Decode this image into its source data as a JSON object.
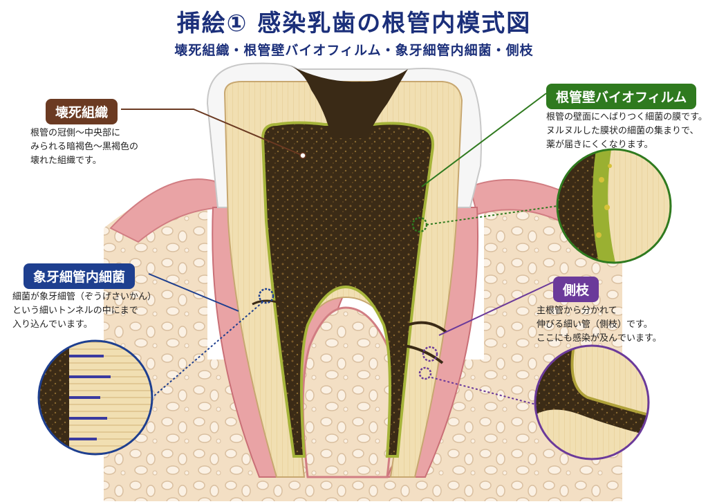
{
  "title": "挿絵① 感染乳歯の根管内模式図",
  "subtitle": "壊死組織・根管壁バイオフィルム・象牙細管内細菌・側枝",
  "colors": {
    "title": "#1b2f7a",
    "necrotic": "#6b3a22",
    "biofilm": "#2f7a1f",
    "tubule": "#1e3f8f",
    "lateral": "#6b3a9a",
    "gum": "#e89aa0",
    "bone": "#f1dcc0",
    "dentin": "#f0ddb0",
    "enamel": "#f5f5f5",
    "pulp_necrotic": "#3a2a16"
  },
  "callouts": {
    "necrotic_tissue": {
      "label": "壊死組織",
      "lines": [
        "根管の冠側〜中央部に",
        "みられる暗褐色〜黒褐色の",
        "壊れた組織です。"
      ]
    },
    "biofilm": {
      "label": "根管壁バイオフィルム",
      "lines": [
        "根管の壁面にへばりつく細菌の膜です。",
        "ヌルヌルした膜状の細菌の集まりで、",
        "薬が届きにくくなります。"
      ]
    },
    "tubule_bacteria": {
      "label": "象牙細管内細菌",
      "lines": [
        "細菌が象牙細管（ぞうげさいかん）",
        "という細いトンネルの中にまで",
        "入り込んでいます。"
      ]
    },
    "lateral_canal": {
      "label": "側枝",
      "lines": [
        "主根管から分かれて",
        "伸びる細い管（側枝）です。",
        "ここにも感染が及んでいます。"
      ]
    }
  }
}
